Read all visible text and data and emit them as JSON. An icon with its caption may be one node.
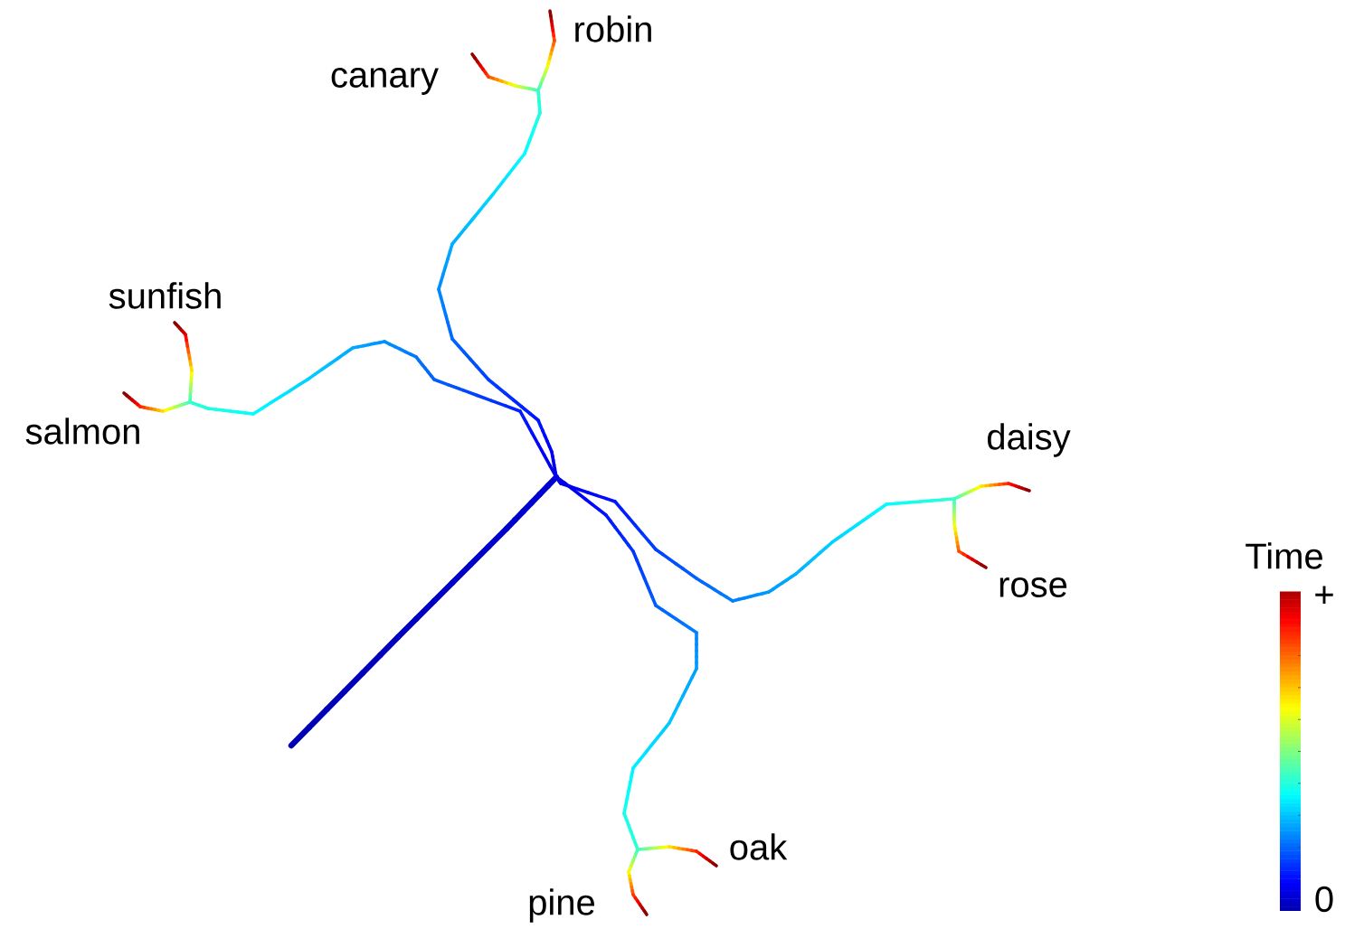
{
  "diagram": {
    "labels": [
      "robin",
      "canary",
      "sunfish",
      "salmon",
      "daisy",
      "rose",
      "Time",
      "+",
      "oak",
      "pine",
      "0"
    ]
  }
}
